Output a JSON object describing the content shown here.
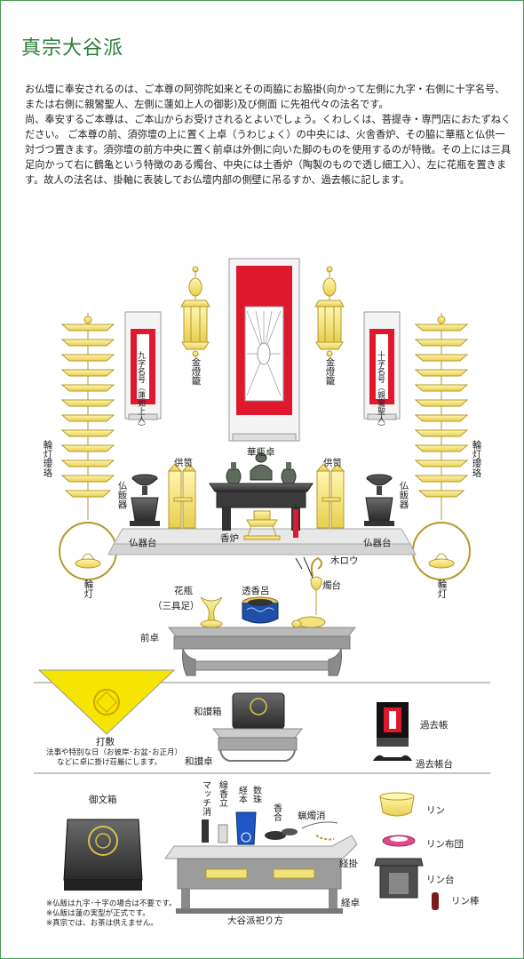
{
  "title": "真宗大谷派",
  "description": [
    "お仏壇に奉安されるのは、ご本尊の阿弥陀如来とその両脇にお脇掛(向かって左側に九字・右側に十字名号、または右側に親鸞聖人、左側に蓮如上人の御影)及び側面 に先祖代々の法名です。",
    "尚、奉安するご本尊は、ご本山からお受けされるとよいでしょう。くわしくは、菩提寺・専門店におたずねください。 ご本尊の前、須弥壇の上に置く上卓（うわじょく）の中央には、火舎香炉、その脇に華瓶と仏供一対づつ置きます。須弥壇の前方中央に置く前卓は外側に向いた脚のものを使用するのが特徴。その上には三具足向かって右に鶴亀という特徴のある燭台、中央には土香炉（陶製のもので透し細工入）、左に花瓶を置きます。故人の法名は、掛軸に表装してお仏壇内部の側壁に吊るすか、過去帳に記します。"
  ],
  "labels": {
    "kinto_left": "金燈籠",
    "kinto_right": "金燈籠",
    "scroll_left": "九字名号（蓮如上人）",
    "scroll_right": "十字名号（親鸞聖人）",
    "rinto_yoraku_left": "輪灯瓔珞",
    "rinto_yoraku_right": "輪灯瓔珞",
    "rinto_left": "輪灯",
    "rinto_right": "輪灯",
    "kuge_left": "供笥",
    "kuge_right": "供笥",
    "kehyojoku": "華瓶卓",
    "buppanki_left": "仏飯器",
    "buppanki_right": "仏飯器",
    "bukkidai_left": "仏器台",
    "bukkidai_right": "仏器台",
    "koro": "香炉",
    "mokurou": "木ロウ",
    "shokudai": "燭台",
    "kabin": "花瓶",
    "mitsugusoku": "（三具足）",
    "sukashi_koro": "透香呂",
    "maejoku": "前卓",
    "uchishiki": "打敷",
    "uchishiki_note_1": "法事や特別な日（お彼岸･お盆･お正月）",
    "uchishiki_note_2": "などに卓に掛け荘厳にします。",
    "wasanbako": "和讃箱",
    "wasanjoku": "和讃卓",
    "kakocho": "過去帳",
    "kakochodai": "過去帳台",
    "gobunbako": "御文箱",
    "match_keshi": "マッチ消",
    "senko_tate": "線香立",
    "kyohon": "経本",
    "juzu": "数珠",
    "kogo": "香合",
    "rosoku_keshi": "蝋燭消",
    "kyokake": "経掛",
    "kyojoku": "経卓",
    "otani_matsurikata": "大谷派祀り方",
    "rin": "リン",
    "rin_futon": "リン布団",
    "rin_dai": "リン台",
    "rin_bo": "リン棒",
    "notes": [
      "※仏飯は九字･十字の場合は不要です。",
      "※仏飯は蓮の実型が正式です。",
      "※真宗では、お茶は供えません。"
    ]
  },
  "colors": {
    "accent_green": "#2e7d3c",
    "gold": "#f2e27a",
    "gold_stroke": "#b59a2a",
    "scroll_red": "#e0182d",
    "dark": "#3a3a3a",
    "gray": "#9a9a9a",
    "uchishiki_yellow": "#f5e500"
  }
}
